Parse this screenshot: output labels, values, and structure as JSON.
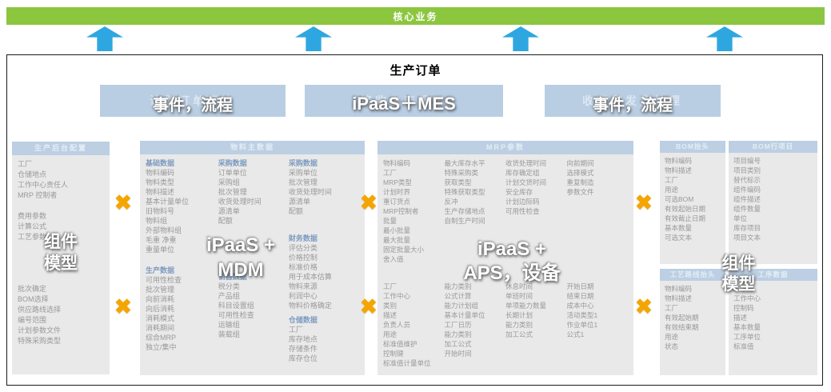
{
  "colors": {
    "green": "#8CC63F",
    "arrow_blue": "#2EA7E0",
    "header_blue": "#BCCFE3",
    "panel_bg": "#E9E9E9",
    "item_gray": "#999999",
    "section_blue": "#7E9CBF",
    "x_orange": "#F5A500"
  },
  "top_bar": {
    "label": "核心业务"
  },
  "main_title": "生产订单",
  "connector": {
    "symbol": "✖"
  },
  "process_boxes": [
    {
      "base_label": "计划订单下达",
      "overlay": "事件，流程"
    },
    {
      "base_label": "接收生产报工",
      "overlay": "iPaaS＋MES"
    },
    {
      "base_label": "收货和发货处理",
      "overlay": "事件，流程"
    }
  ],
  "panel_backend": {
    "header": "生产后台配置",
    "items": [
      "工厂",
      "仓储地点",
      "工作中心责任人",
      "MRP 控制者",
      "",
      "费用参数",
      "计算公式",
      "工艺参数",
      "",
      "",
      "",
      "",
      "批次确定",
      "BOM选择",
      "供应路线选择",
      "编号范围",
      "计划参数文件",
      "特殊采购类型"
    ],
    "overlay_lines": [
      "组件",
      "模型"
    ]
  },
  "panel_material": {
    "header": "物料主数据",
    "overlay_lines": [
      "iPaaS +",
      "MDM"
    ],
    "columns": [
      {
        "sections": [
          {
            "title": "基础数据",
            "items": [
              "物料编码",
              "物料类型",
              "物料描述",
              "基本计量单位",
              "旧物料号",
              "物料组",
              "外部物料组",
              "毛重 净重",
              "重量单位"
            ]
          },
          {
            "title": "生产数据",
            "items": [
              "可用性检查",
              "批次管理",
              "向前消耗",
              "向后消耗",
              "消耗模式",
              "消耗期间",
              "综合MRP",
              "独立/集中"
            ]
          }
        ]
      },
      {
        "sections": [
          {
            "title": "采购数据",
            "items": [
              "订单单位",
              "采购组",
              "批次管理",
              "收货处理时间",
              "源清单",
              "配额"
            ]
          },
          {
            "title": "销售数据",
            "items": [
              "税分类",
              "产品组",
              "科目设置组",
              "可用性检查",
              "运输组",
              "装载组"
            ]
          }
        ]
      },
      {
        "sections": [
          {
            "title": "采购数据",
            "items": [
              "采购单位",
              "批次管理",
              "收货处理时间",
              "源清单",
              "配额"
            ]
          },
          {
            "title": "财务数据",
            "items": [
              "评估分类",
              "价格控制",
              "标准价格",
              "用于成本估算",
              "物料来源",
              "利润中心",
              "物料价格确定"
            ]
          },
          {
            "title": "仓储数据",
            "items": [
              "工厂",
              "库存地点",
              "存储条件",
              "库存仓位"
            ]
          }
        ]
      }
    ]
  },
  "panel_mrp": {
    "header": "MRP参数",
    "overlay_lines": [
      "iPaaS +",
      "APS，设备"
    ],
    "upper_columns": [
      [
        "物料编码",
        "工厂",
        "MRP类型",
        "计划时界",
        "重订货点",
        "MRP控制者",
        "批量",
        "最小批量",
        "最大批量",
        "固定批量大小",
        "舍入值"
      ],
      [
        "最大库存水平",
        "特殊采购类",
        "获取类型",
        "特殊获取类型",
        "反冲",
        "生产存储地点",
        "自制生产时间"
      ],
      [
        "收货处理时间",
        "库存确定组",
        "计划交货时间",
        "安全库存",
        "计划边际码",
        "可用性检查"
      ],
      [
        "向前期间",
        "选择模式",
        "重复制造",
        "参数文件"
      ]
    ],
    "lower_columns": [
      [
        "工厂",
        "工作中心",
        "类别",
        "描述",
        "负责人员",
        "用途",
        "标准值维护",
        "控制键",
        "标准值计量单位"
      ],
      [
        "能力类别",
        "公式计算",
        "能力计划组",
        "基本计量单位",
        "工厂日历",
        "能力类别",
        "加工公式",
        "开始时间"
      ],
      [
        "休息时间",
        "单班时间",
        "单项能力数量",
        "长期计划",
        "能力类别",
        "加工公式"
      ],
      [
        "开始日期",
        "结束日期",
        "成本中心",
        "活动类型1",
        "作业单位1",
        "公式1"
      ]
    ]
  },
  "panel_bom_header": {
    "header": "BOM抬头",
    "items": [
      "物料编码",
      "物料描述",
      "工厂",
      "用途",
      "可选BOM",
      "有效起始日期",
      "有效截止日期",
      "基本数量",
      "可选文本"
    ]
  },
  "panel_bom_item": {
    "header": "BOM行项目",
    "items": [
      "项目编号",
      "项目类别",
      "替代标示",
      "组件编码",
      "组件描述",
      "组件数量",
      "单位",
      "库存项目",
      "项目文本"
    ]
  },
  "panel_routing_header": {
    "header": "工艺路线抬头",
    "items": [
      "物料编码",
      "物料描述",
      "工厂",
      "有效起始期",
      "有效结束期",
      "用途",
      "状态"
    ]
  },
  "panel_operation": {
    "header": "工序数据",
    "items": [
      "工序号",
      "工作中心",
      "控制码",
      "描述",
      "基本数量",
      "工序单位",
      "标准值"
    ]
  },
  "panel_right_overlay_lines": [
    "组件",
    "模型"
  ]
}
